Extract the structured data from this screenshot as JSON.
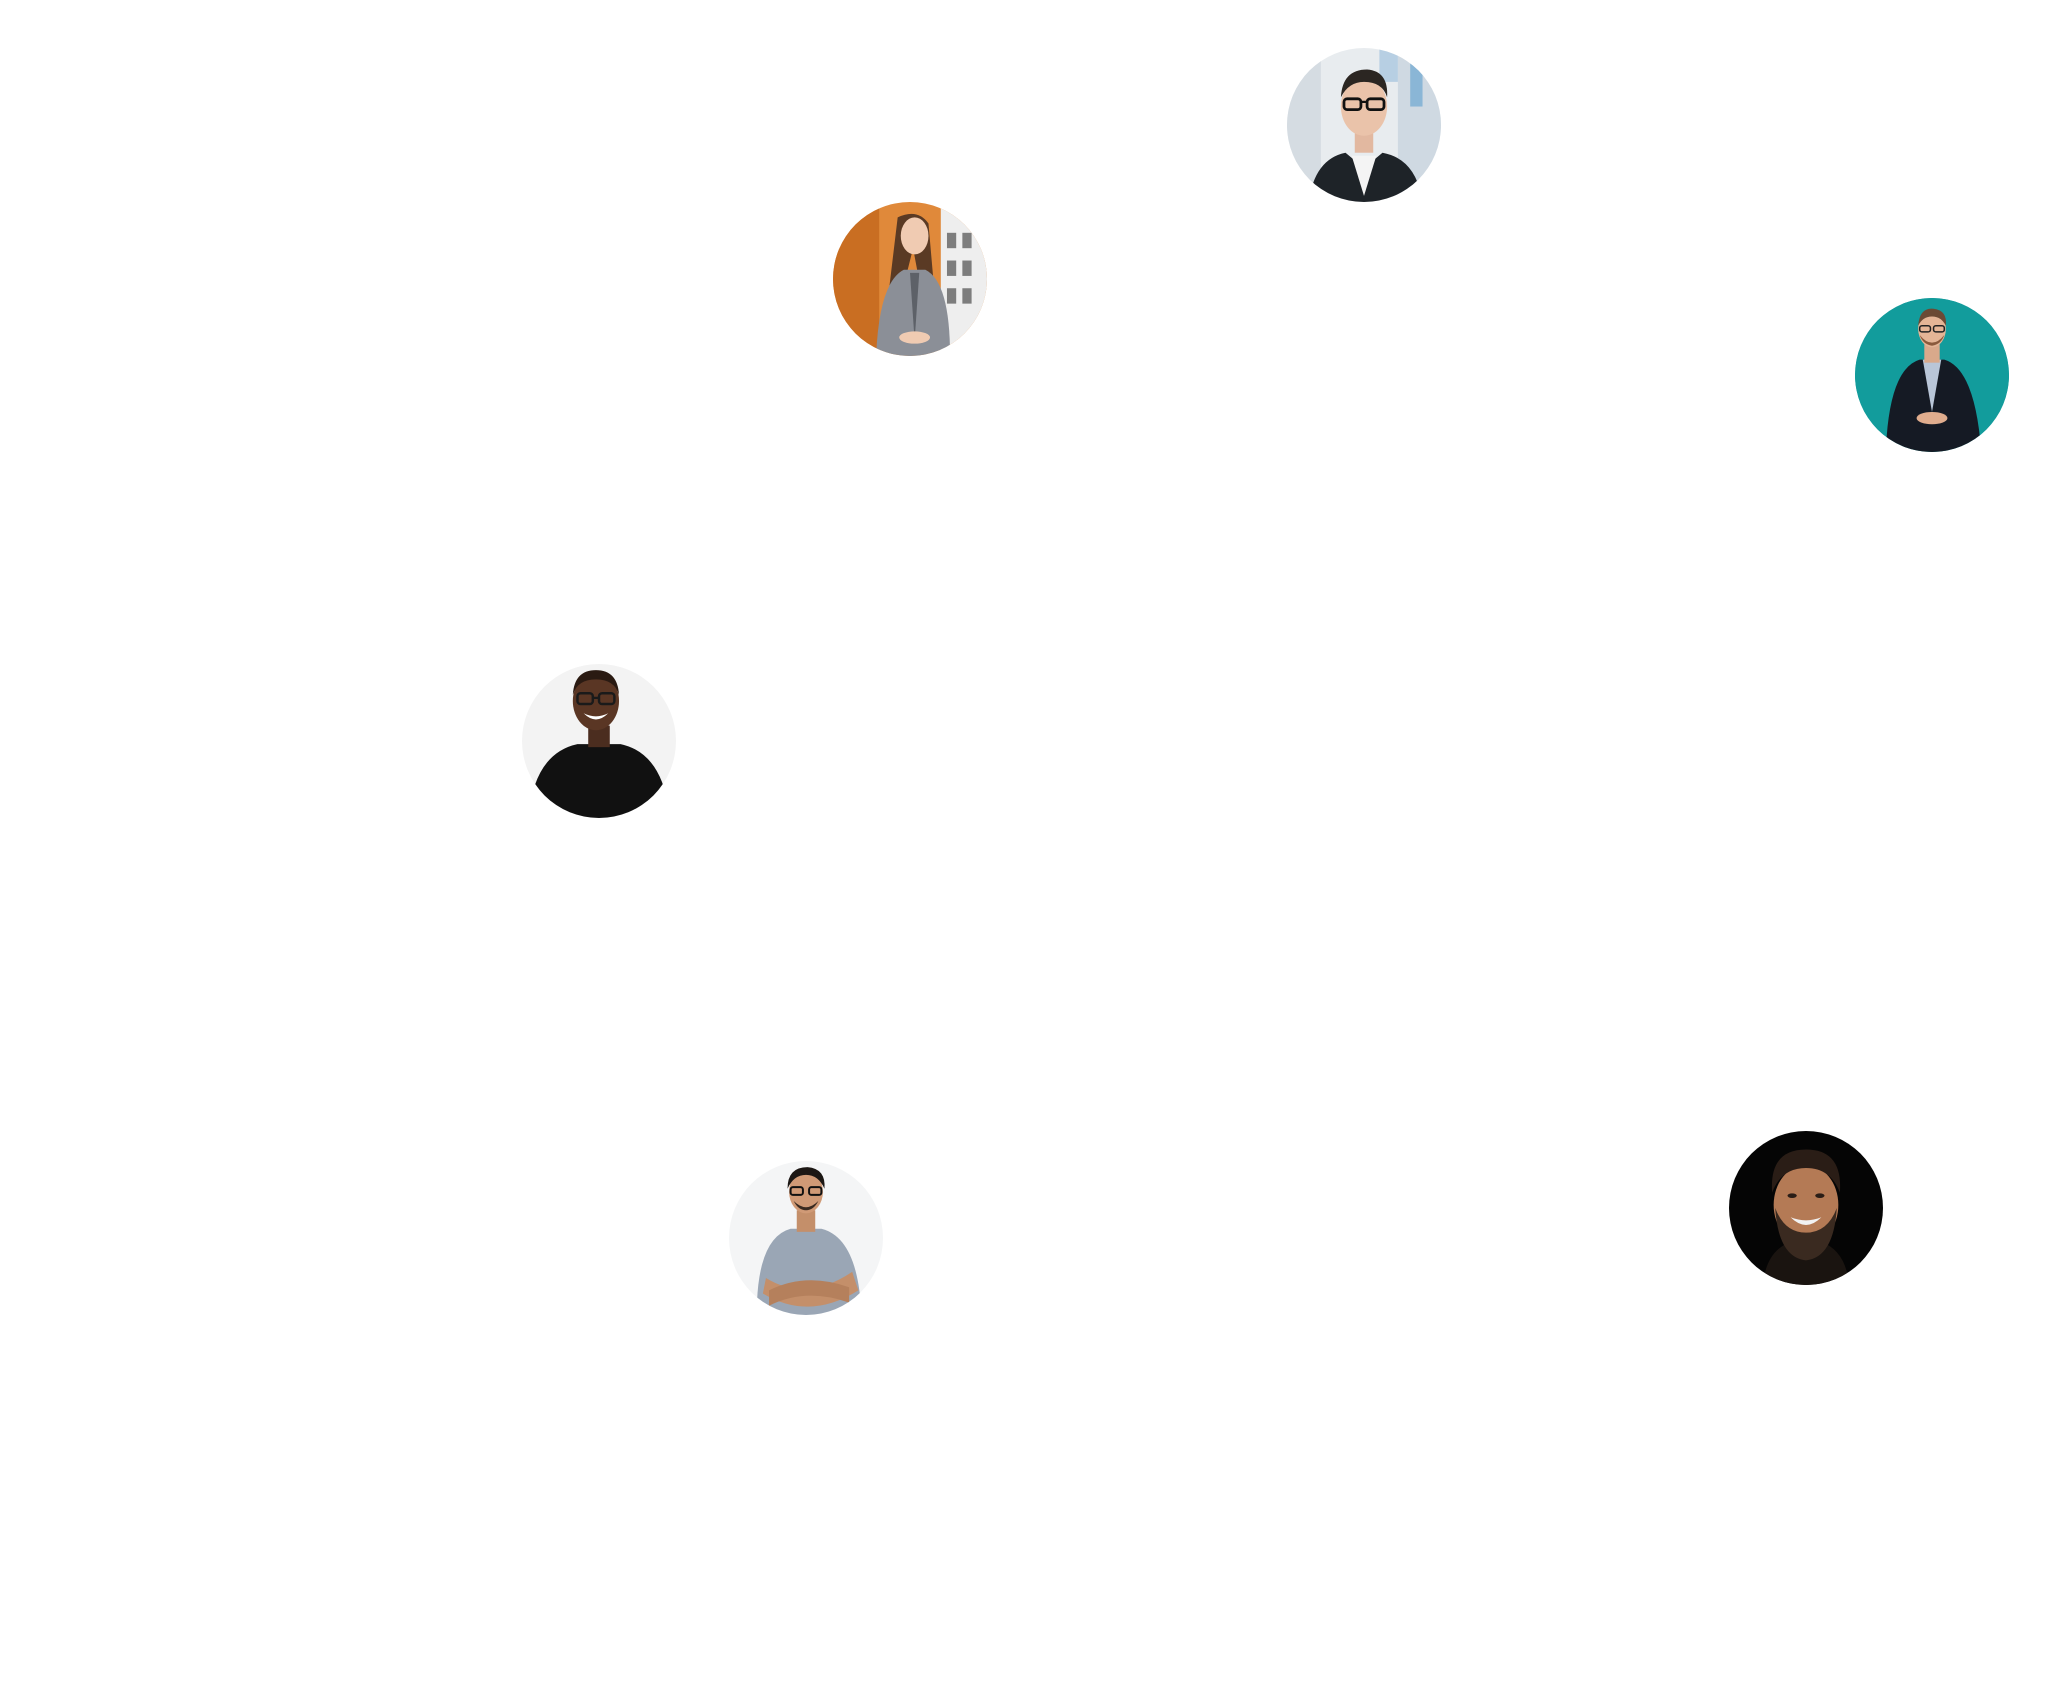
{
  "avatars": [
    {
      "id": "avatar-1",
      "icon": "portrait-man-glasses-blazer-icon",
      "background": "#e6eaee",
      "accent": "#8ab6d6"
    },
    {
      "id": "avatar-2",
      "icon": "portrait-woman-long-hair-grey-jacket-icon",
      "background": "#e0893a",
      "accent": "#f2f2f2"
    },
    {
      "id": "avatar-3",
      "icon": "portrait-man-dark-suit-teal-icon",
      "background": "#0f9494",
      "accent": "#18a6a6"
    },
    {
      "id": "avatar-4",
      "icon": "portrait-man-glasses-black-shirt-icon",
      "background": "#f3f3f3",
      "accent": "#111111"
    },
    {
      "id": "avatar-5",
      "icon": "portrait-man-glasses-arms-crossed-icon",
      "background": "#f4f5f6",
      "accent": "#9aa6b5"
    },
    {
      "id": "avatar-6",
      "icon": "portrait-man-beard-black-background-icon",
      "background": "#050505",
      "accent": "#3a2a20"
    }
  ]
}
